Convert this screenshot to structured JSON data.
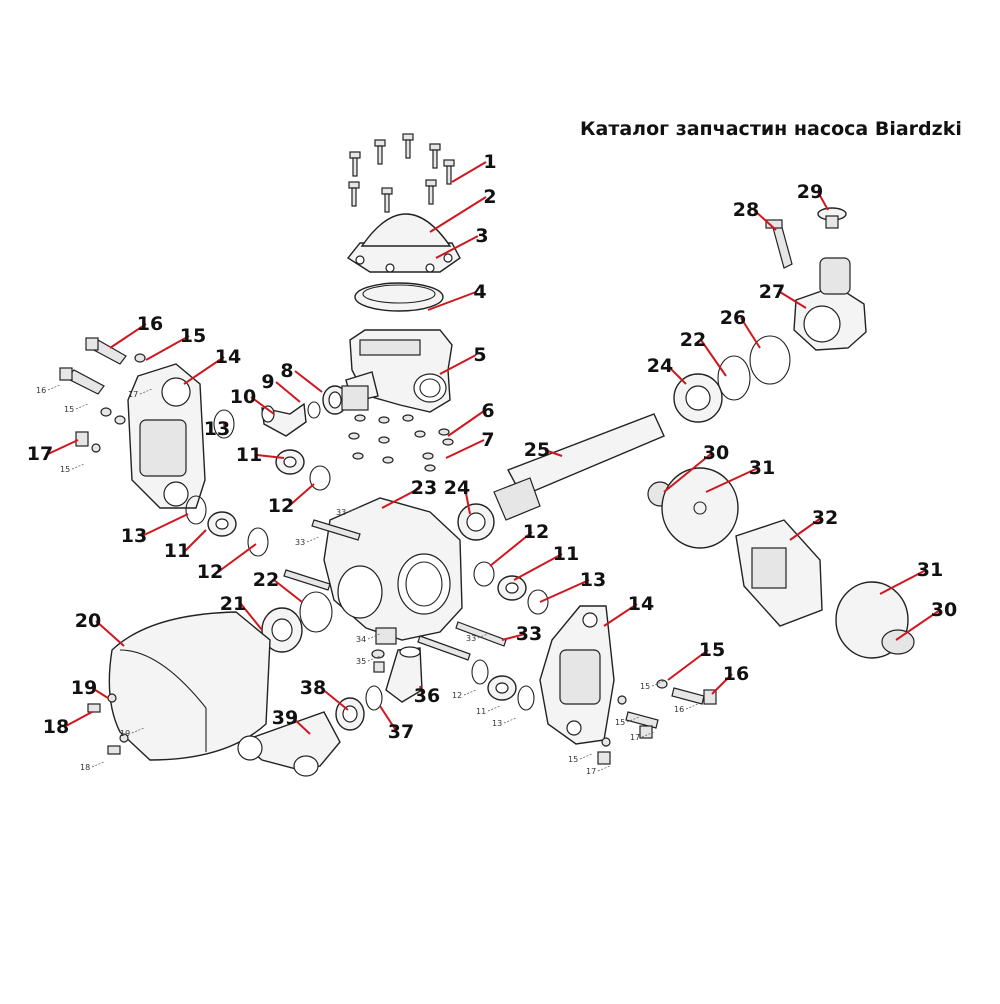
{
  "title": "Каталог запчастин насоса Biardzki",
  "callouts": [
    {
      "n": "1"
    },
    {
      "n": "2"
    },
    {
      "n": "3"
    },
    {
      "n": "4"
    },
    {
      "n": "5"
    },
    {
      "n": "6"
    },
    {
      "n": "7"
    },
    {
      "n": "8"
    },
    {
      "n": "9"
    },
    {
      "n": "10"
    },
    {
      "n": "11"
    },
    {
      "n": "12"
    },
    {
      "n": "13"
    },
    {
      "n": "14"
    },
    {
      "n": "15"
    },
    {
      "n": "16"
    },
    {
      "n": "17"
    },
    {
      "n": "11"
    },
    {
      "n": "12"
    },
    {
      "n": "13"
    },
    {
      "n": "20"
    },
    {
      "n": "21"
    },
    {
      "n": "22"
    },
    {
      "n": "23"
    },
    {
      "n": "24"
    },
    {
      "n": "25"
    },
    {
      "n": "22"
    },
    {
      "n": "24"
    },
    {
      "n": "26"
    },
    {
      "n": "27"
    },
    {
      "n": "28"
    },
    {
      "n": "29"
    },
    {
      "n": "30"
    },
    {
      "n": "31"
    },
    {
      "n": "32"
    },
    {
      "n": "31"
    },
    {
      "n": "30"
    },
    {
      "n": "12"
    },
    {
      "n": "11"
    },
    {
      "n": "13"
    },
    {
      "n": "14"
    },
    {
      "n": "15"
    },
    {
      "n": "16"
    },
    {
      "n": "33"
    },
    {
      "n": "36"
    },
    {
      "n": "37"
    },
    {
      "n": "38"
    },
    {
      "n": "39"
    },
    {
      "n": "19"
    },
    {
      "n": "18"
    }
  ],
  "small_labels": [
    {
      "n": "16"
    },
    {
      "n": "15"
    },
    {
      "n": "17"
    },
    {
      "n": "15"
    },
    {
      "n": "33"
    },
    {
      "n": "33"
    },
    {
      "n": "33"
    },
    {
      "n": "34"
    },
    {
      "n": "35"
    },
    {
      "n": "12"
    },
    {
      "n": "11"
    },
    {
      "n": "13"
    },
    {
      "n": "15"
    },
    {
      "n": "16"
    },
    {
      "n": "15"
    },
    {
      "n": "17"
    },
    {
      "n": "15"
    },
    {
      "n": "17"
    },
    {
      "n": "19"
    },
    {
      "n": "18"
    }
  ]
}
